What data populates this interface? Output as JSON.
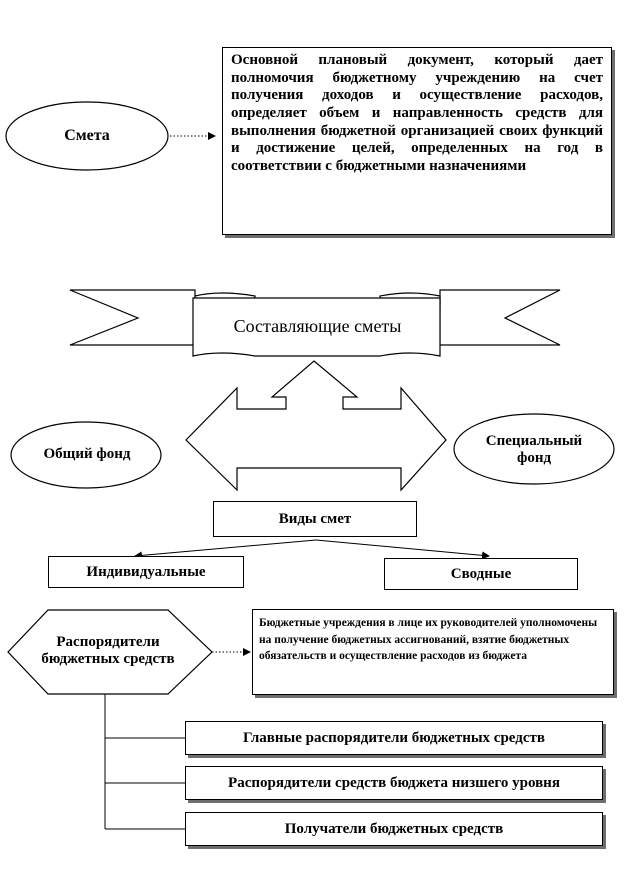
{
  "smeta": {
    "label": "Смета",
    "definition": "Основной плановый документ, который дает полномочия бюджетному учреждению на счет получения доходов и осуществление расходов, определяет объем и направленность средств для выполнения бюджетной организацией своих функций и достижение целей, определенных на год в соответствии с бюджетными назначениями"
  },
  "components": {
    "title": "Составляющие сметы",
    "general_fund": "Общий фонд",
    "special_fund": "Специальный фонд"
  },
  "types": {
    "title": "Виды смет",
    "individual": "Индивидуальные",
    "summary": "Сводные"
  },
  "managers": {
    "label": "Распорядители бюджетных средств",
    "definition": "Бюджетные учреждения в лице их руководителей уполномочены на получение бюджетных ассигнований, взятие бюджетных обязательств и осуществление расходов из бюджета",
    "items": [
      "Главные распорядители бюджетных средств",
      "Распорядители средств бюджета низшего уровня",
      "Получатели бюджетных средств"
    ]
  }
}
